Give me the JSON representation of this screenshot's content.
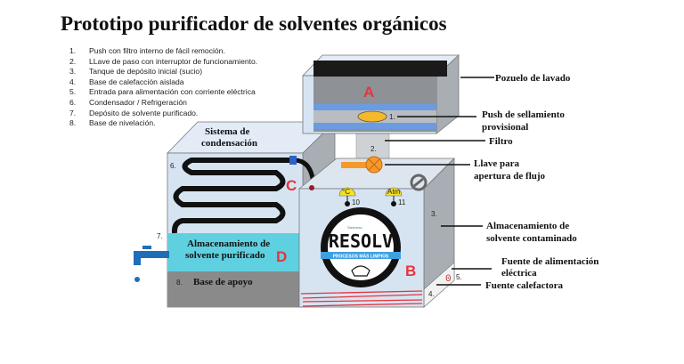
{
  "title": "Prototipo purificador de solventes orgánicos",
  "legend": [
    {
      "n": "1.",
      "text": "Push con filtro interno de fácil remoción."
    },
    {
      "n": "2.",
      "text": "LLave de paso con interruptor de funcionamiento."
    },
    {
      "n": "3.",
      "text": "Tanque de depósito inicial (sucio)"
    },
    {
      "n": "4.",
      "text": "Base de calefacción aislada"
    },
    {
      "n": "5.",
      "text": "Entrada para alimentación con corriente eléctrica"
    },
    {
      "n": "6.",
      "text": "Condensador / Refrigeración"
    },
    {
      "n": "7.",
      "text": "Depósito de solvente purificado."
    },
    {
      "n": "8.",
      "text": "Base de nivelación."
    }
  ],
  "labels": {
    "pozuelo": "Pozuelo de lavado",
    "push_1": "Push de sellamiento",
    "push_2": "provisional",
    "filtro": "Filtro",
    "llave_1": "Llave para",
    "llave_2": "apertura de flujo",
    "almac_cont_1": "Almacenamiento de",
    "almac_cont_2": "solvente contaminado",
    "fuente_alim_1": "Fuente de alimentación",
    "fuente_alim_2": "eléctrica",
    "fuente_cal": "Fuente calefactora",
    "sistema_1": "Sistema de",
    "sistema_2": "condensación",
    "almac_pur_1": "Almacenamiento de",
    "almac_pur_2": "solvente purificado",
    "base_apoyo": "Base de apoyo"
  },
  "markers": {
    "a": "A",
    "b": "B",
    "c": "C",
    "d": "D",
    "n1": "1.",
    "n2": "2.",
    "n3": "3.",
    "n4": "4.",
    "n5": "5.",
    "n6": "6.",
    "n7": "7.",
    "n8": "8.",
    "n10": "10",
    "n11": "11",
    "temp": "°C",
    "atm": "Atm"
  },
  "logo": {
    "top": "Sistemas",
    "name": "RESOLV",
    "tagline": "PROCESOS MÁS LIMPIOS"
  },
  "colors": {
    "accent_red": "#e8343c",
    "face": "#d6e4f2",
    "side": "#a9aeb4",
    "water": "#5fd0e0",
    "orange": "#f59a2a",
    "blue": "#4a7fd0"
  }
}
